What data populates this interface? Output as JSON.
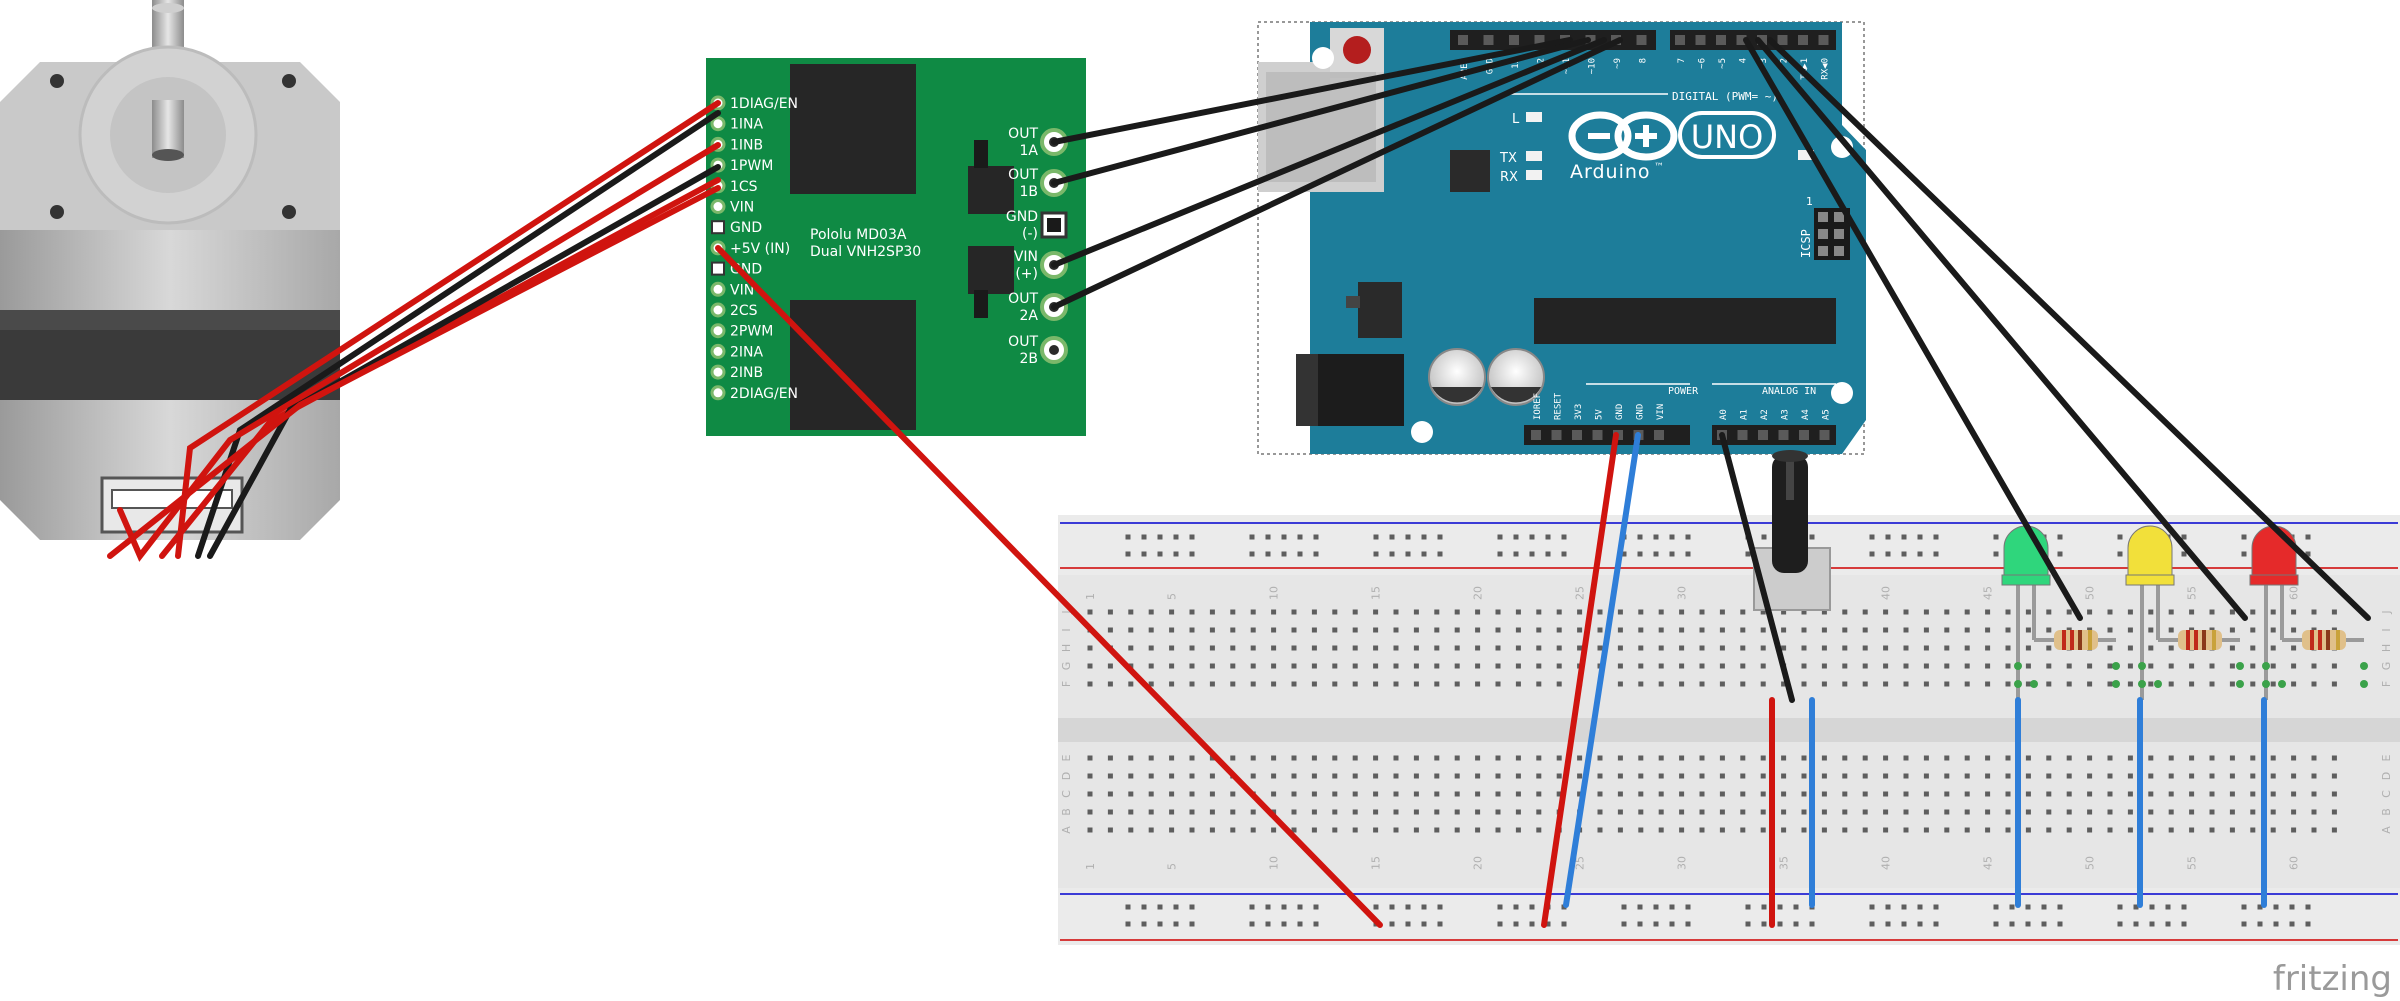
{
  "colors": {
    "board_green": "#0f8a44",
    "arduino_blue": "#1d7d9a",
    "wire_red": "#d0140f",
    "wire_black": "#1a1a1a",
    "wire_blue": "#2f7ed8",
    "breadboard": "#e6e6e6",
    "pin_green": "#3ba24a",
    "led_green": "#2fd67c",
    "led_yellow": "#f2e03a",
    "led_red": "#e52a2a"
  },
  "motor_driver": {
    "name": "Pololu MD03A",
    "chip": "Dual VNH2SP30",
    "left_pins": [
      "1DIAG/EN",
      "1INA",
      "1INB",
      "1PWM",
      "1CS",
      "VIN",
      "GND",
      "+5V (IN)",
      "GND",
      "VIN",
      "2CS",
      "2PWM",
      "2INA",
      "2INB",
      "2DIAG/EN"
    ],
    "right_pins": [
      {
        "line1": "OUT",
        "line2": "1A"
      },
      {
        "line1": "OUT",
        "line2": "1B"
      },
      {
        "line1": "GND",
        "line2": "(-)"
      },
      {
        "line1": "VIN",
        "line2": "(+)"
      },
      {
        "line1": "OUT",
        "line2": "2A"
      },
      {
        "line1": "OUT",
        "line2": "2B"
      }
    ]
  },
  "arduino": {
    "brand": "Arduino",
    "tm": "™",
    "model": "UNO",
    "digital_label": "DIGITAL (PWM= ~)",
    "power_label": "POWER",
    "analog_label": "ANALOG IN",
    "icsp_label": "ICSP",
    "led_l": "L",
    "led_tx": "TX",
    "led_rx": "RX",
    "icsp_num": "1",
    "power_pins": [
      "IOREF",
      "RESET",
      "3V3",
      "5V",
      "GND",
      "GND",
      "VIN"
    ],
    "analog_pins": [
      "A0",
      "A1",
      "A2",
      "A3",
      "A4",
      "A5"
    ],
    "digital_pins_right": [
      "7",
      "~6",
      "~5",
      "4",
      "~3",
      "2",
      "TX▶1",
      "RX◀0"
    ],
    "digital_pins_left": [
      "AREF",
      "GND",
      "13",
      "12",
      "~11",
      "~10",
      "~9",
      "8"
    ]
  },
  "breadboard": {
    "column_numbers": [
      "1",
      "5",
      "10",
      "15",
      "20",
      "25",
      "30",
      "35",
      "40",
      "45",
      "50",
      "55",
      "60"
    ],
    "row_letters_top": [
      "J",
      "I",
      "H",
      "G",
      "F"
    ],
    "row_letters_bottom": [
      "E",
      "D",
      "C",
      "B",
      "A"
    ]
  },
  "watermark": "fritzing"
}
